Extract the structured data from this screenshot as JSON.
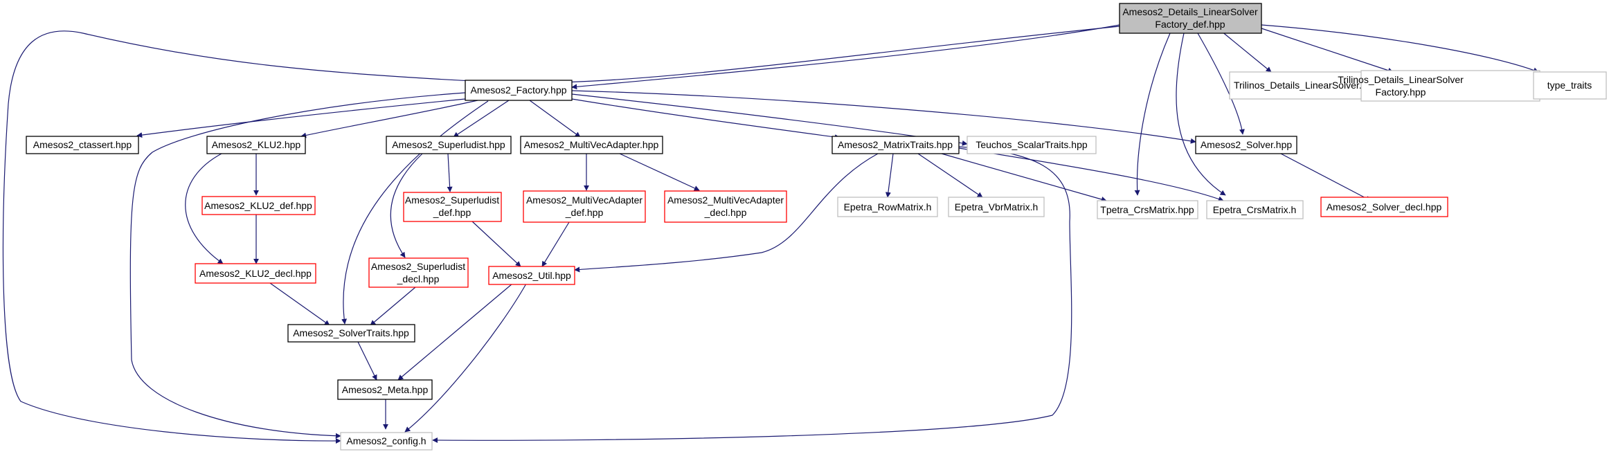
{
  "graph": {
    "colors": {
      "edge": "#191970",
      "root_fill": "#bfbfbf",
      "root_border": "#000000",
      "default_border": "#000000",
      "red_border": "#ff0000",
      "gray_border": "#bfbfbf",
      "background": "#ffffff"
    },
    "nodes": {
      "root": {
        "lines": [
          "Amesos2_Details_LinearSolver",
          "Factory_def.hpp"
        ],
        "style": "root"
      },
      "factory": {
        "lines": [
          "Amesos2_Factory.hpp"
        ],
        "style": "black"
      },
      "trilinos_ls": {
        "lines": [
          "Trilinos_Details_LinearSolver.hpp"
        ],
        "style": "gray"
      },
      "trilinos_lsf": {
        "lines": [
          "Trilinos_Details_LinearSolver",
          "Factory.hpp"
        ],
        "style": "gray"
      },
      "type_traits": {
        "lines": [
          "type_traits"
        ],
        "style": "gray"
      },
      "ctassert": {
        "lines": [
          "Amesos2_ctassert.hpp"
        ],
        "style": "black"
      },
      "klu2": {
        "lines": [
          "Amesos2_KLU2.hpp"
        ],
        "style": "black"
      },
      "superludist": {
        "lines": [
          "Amesos2_Superludist.hpp"
        ],
        "style": "black"
      },
      "multivec": {
        "lines": [
          "Amesos2_MultiVecAdapter.hpp"
        ],
        "style": "black"
      },
      "matrixtraits": {
        "lines": [
          "Amesos2_MatrixTraits.hpp"
        ],
        "style": "black"
      },
      "teuchos": {
        "lines": [
          "Teuchos_ScalarTraits.hpp"
        ],
        "style": "gray"
      },
      "solver": {
        "lines": [
          "Amesos2_Solver.hpp"
        ],
        "style": "black"
      },
      "klu2_def": {
        "lines": [
          "Amesos2_KLU2_def.hpp"
        ],
        "style": "red"
      },
      "superludist_def": {
        "lines": [
          "Amesos2_Superludist",
          "_def.hpp"
        ],
        "style": "red"
      },
      "multivec_def": {
        "lines": [
          "Amesos2_MultiVecAdapter",
          "_def.hpp"
        ],
        "style": "red"
      },
      "multivec_decl": {
        "lines": [
          "Amesos2_MultiVecAdapter",
          "_decl.hpp"
        ],
        "style": "red"
      },
      "epetra_row": {
        "lines": [
          "Epetra_RowMatrix.h"
        ],
        "style": "gray"
      },
      "epetra_vbr": {
        "lines": [
          "Epetra_VbrMatrix.h"
        ],
        "style": "gray"
      },
      "tpetra_crs": {
        "lines": [
          "Tpetra_CrsMatrix.hpp"
        ],
        "style": "gray"
      },
      "epetra_crs": {
        "lines": [
          "Epetra_CrsMatrix.h"
        ],
        "style": "gray"
      },
      "solver_decl": {
        "lines": [
          "Amesos2_Solver_decl.hpp"
        ],
        "style": "red"
      },
      "klu2_decl": {
        "lines": [
          "Amesos2_KLU2_decl.hpp"
        ],
        "style": "red"
      },
      "superludist_decl": {
        "lines": [
          "Amesos2_Superludist",
          "_decl.hpp"
        ],
        "style": "red"
      },
      "util": {
        "lines": [
          "Amesos2_Util.hpp"
        ],
        "style": "red"
      },
      "solvertraits": {
        "lines": [
          "Amesos2_SolverTraits.hpp"
        ],
        "style": "black"
      },
      "meta": {
        "lines": [
          "Amesos2_Meta.hpp"
        ],
        "style": "black"
      },
      "config": {
        "lines": [
          "Amesos2_config.h"
        ],
        "style": "gray"
      }
    },
    "edges": [
      [
        "root",
        "factory"
      ],
      [
        "root",
        "trilinos_ls"
      ],
      [
        "root",
        "trilinos_lsf"
      ],
      [
        "root",
        "type_traits"
      ],
      [
        "root",
        "solver"
      ],
      [
        "root",
        "tpetra_crs"
      ],
      [
        "root",
        "epetra_crs"
      ],
      [
        "root",
        "config"
      ],
      [
        "factory",
        "ctassert"
      ],
      [
        "factory",
        "klu2"
      ],
      [
        "factory",
        "superludist"
      ],
      [
        "factory",
        "multivec"
      ],
      [
        "factory",
        "matrixtraits"
      ],
      [
        "factory",
        "teuchos"
      ],
      [
        "factory",
        "solver"
      ],
      [
        "factory",
        "solvertraits"
      ],
      [
        "factory",
        "config"
      ],
      [
        "klu2",
        "klu2_def"
      ],
      [
        "klu2",
        "klu2_decl"
      ],
      [
        "klu2_def",
        "klu2_decl"
      ],
      [
        "klu2_decl",
        "solvertraits"
      ],
      [
        "superludist",
        "superludist_def"
      ],
      [
        "superludist",
        "superludist_decl"
      ],
      [
        "superludist_def",
        "util"
      ],
      [
        "superludist_decl",
        "solvertraits"
      ],
      [
        "multivec",
        "multivec_def"
      ],
      [
        "multivec",
        "multivec_decl"
      ],
      [
        "multivec_def",
        "util"
      ],
      [
        "matrixtraits",
        "epetra_row"
      ],
      [
        "matrixtraits",
        "epetra_vbr"
      ],
      [
        "matrixtraits",
        "tpetra_crs"
      ],
      [
        "matrixtraits",
        "epetra_crs"
      ],
      [
        "matrixtraits",
        "util"
      ],
      [
        "matrixtraits",
        "config"
      ],
      [
        "solver",
        "solver_decl"
      ],
      [
        "util",
        "meta"
      ],
      [
        "util",
        "config"
      ],
      [
        "solvertraits",
        "meta"
      ],
      [
        "meta",
        "config"
      ]
    ]
  }
}
